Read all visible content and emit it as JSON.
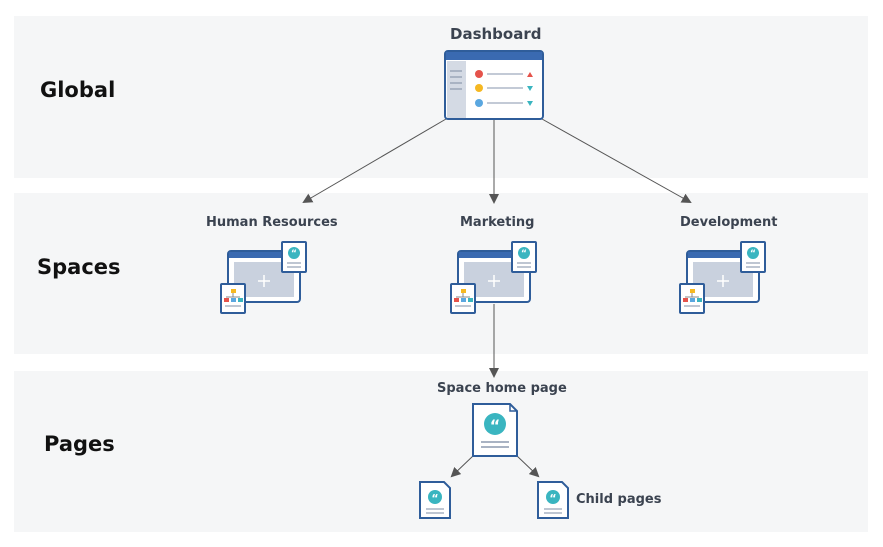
{
  "levels": {
    "global": "Global",
    "spaces": "Spaces",
    "pages": "Pages"
  },
  "dashboard": {
    "label": "Dashboard"
  },
  "spaces": {
    "human_resources": "Human Resources",
    "marketing": "Marketing",
    "development": "Development"
  },
  "pages": {
    "space_home": "Space home page",
    "child_pages": "Child pages"
  },
  "colors": {
    "band": "#f5f6f7",
    "window_border": "#2f5d9a",
    "window_header": "#3a6ab1",
    "teal": "#3ab5c0",
    "arrow": "#555555",
    "dot_red": "#e5534b",
    "dot_yellow": "#f5b822",
    "dot_blue": "#5aa7e0"
  }
}
